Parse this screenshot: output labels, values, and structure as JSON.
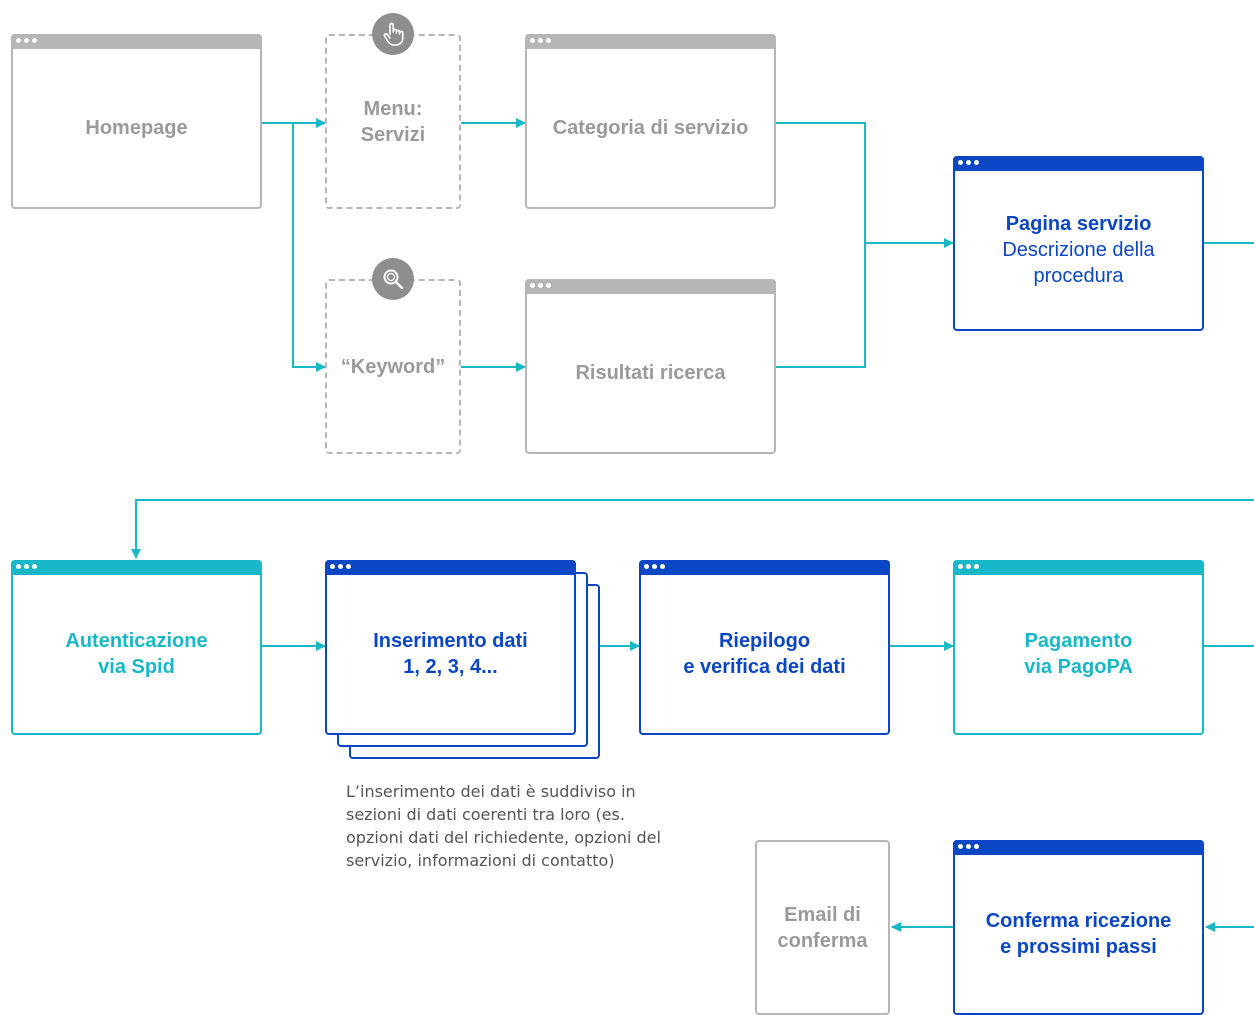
{
  "nodes": {
    "homepage": "Homepage",
    "menu_line1": "Menu:",
    "menu_line2": "Servizi",
    "keyword": "“Keyword”",
    "categoria": "Categoria di servizio",
    "risultati": "Risultati ricerca",
    "pagina_title": "Pagina servizio",
    "pagina_desc_line1": "Descrizione della",
    "pagina_desc_line2": "procedura",
    "autenticazione_line1": "Autenticazione",
    "autenticazione_line2": "via Spid",
    "inserimento_line1": "Inserimento dati",
    "inserimento_line2": "1, 2, 3, 4...",
    "riepilogo_line1": "Riepilogo",
    "riepilogo_line2": "e verifica dei dati",
    "pagamento_line1": "Pagamento",
    "pagamento_line2": "via PagoPA",
    "conferma_line1": "Conferma ricezione",
    "conferma_line2": "e prossimi passi",
    "email_line1": "Email di",
    "email_line2": "conferma"
  },
  "note": {
    "line1": "L’inserimento dei dati è suddiviso in",
    "line2": "sezioni di dati coerenti tra loro (es.",
    "line3": "opzioni dati del richiedente, opzioni del",
    "line4": "servizio, informazioni di contatto)"
  },
  "icons": {
    "menu": "hand-pointer-icon",
    "keyword": "search-icon"
  },
  "colors": {
    "gray": "#b6b6b6",
    "blue": "#0b47c4",
    "teal": "#19b8c9",
    "connector": "#19b8c9"
  }
}
